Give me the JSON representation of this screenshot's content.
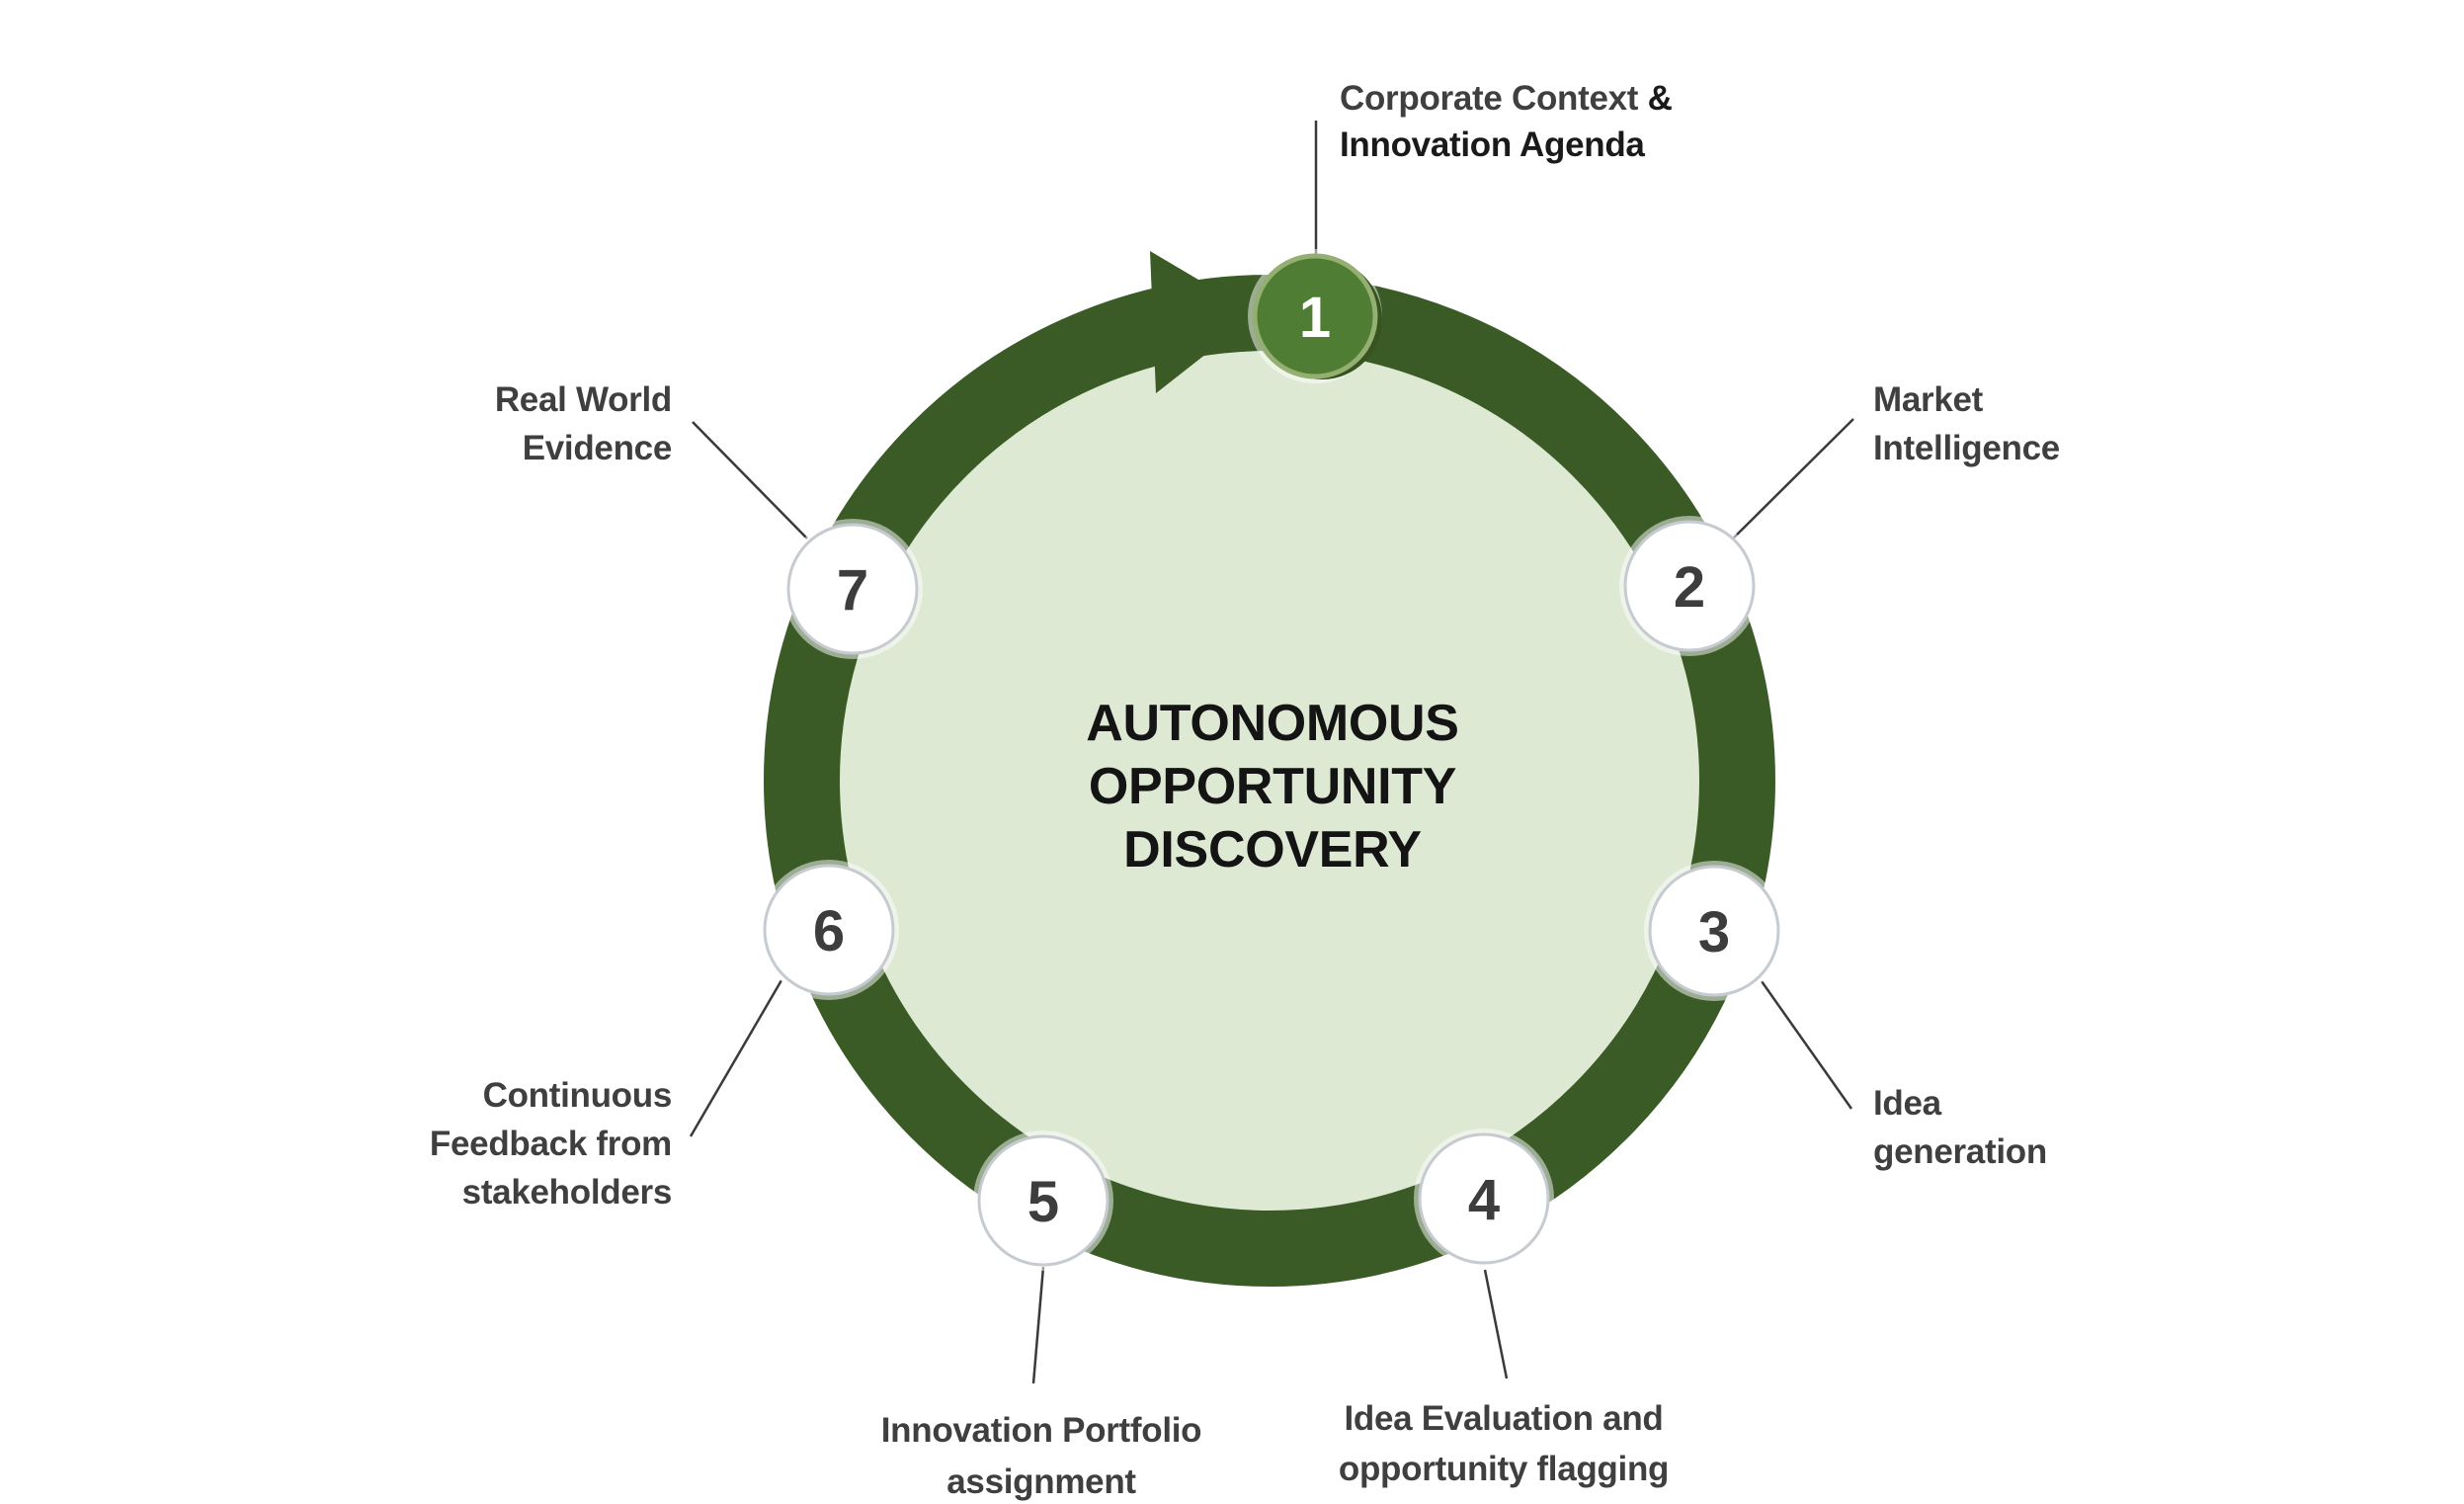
{
  "diagram_title": {
    "lines": [
      "AUTONOMOUS",
      "OPPORTUNITY",
      "DISCOVERY"
    ]
  },
  "steps": [
    {
      "number": "1",
      "label_parts": {
        "gray": "Corporate Context ",
        "black": "&",
        "line2": "Innovation Agenda"
      }
    },
    {
      "number": "2",
      "lines": [
        "Market",
        "Intelligence"
      ]
    },
    {
      "number": "3",
      "lines": [
        "Idea",
        "generation"
      ]
    },
    {
      "number": "4",
      "lines": [
        "Idea Evaluation and",
        "opportunity flagging"
      ]
    },
    {
      "number": "5",
      "lines": [
        "Innovation Portfolio",
        "assignment"
      ]
    },
    {
      "number": "6",
      "lines": [
        "Continuous",
        "Feedback from",
        "stakeholders"
      ]
    },
    {
      "number": "7",
      "lines": [
        "Real World",
        "Evidence"
      ]
    }
  ],
  "colors": {
    "ring_green": "#3b5b26",
    "inner_disc_green": "#dde9d2",
    "step1_fill": "#4f7d33",
    "step1_border": "#94af71",
    "step1_shadow": "#365420",
    "node_fill": "#ffffff",
    "node_border": "#c6cbd1",
    "number_gray": "#3d3d3d",
    "label_gray": "#3f3f3f",
    "label_black": "#1a1a1a",
    "leader_line": "#3a3a3a",
    "background": "#ffffff"
  }
}
